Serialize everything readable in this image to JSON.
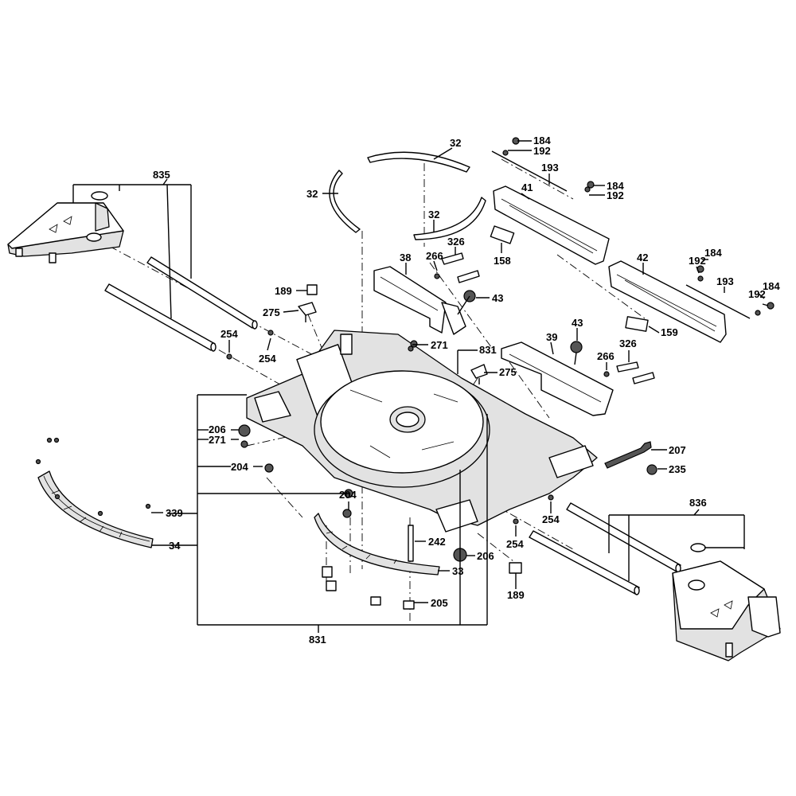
{
  "diagram": {
    "labels": {
      "l835": "835",
      "l836": "836",
      "l831_top": "831",
      "l831_bottom": "831",
      "l32_top": "32",
      "l32_left": "32",
      "l32_right": "32",
      "l184_a": "184",
      "l192_a": "192",
      "l193_a": "193",
      "l184_b": "184",
      "l192_b": "192",
      "l41": "41",
      "l42": "42",
      "l192_c": "192",
      "l184_c": "184",
      "l193_b": "193",
      "l192_d": "192",
      "l184_d": "184",
      "l158": "158",
      "l159": "159",
      "l326_a": "326",
      "l266_a": "266",
      "l38": "38",
      "l43_a": "43",
      "l189_top": "189",
      "l275_a": "275",
      "l254_a": "254",
      "l254_b": "254",
      "l271_top": "271",
      "l43_b": "43",
      "l39": "39",
      "l326_b": "326",
      "l266_b": "266",
      "l275_b": "275",
      "l206_left": "206",
      "l271_left": "271",
      "l204_left": "204",
      "l207": "207",
      "l235": "235",
      "l204_mid": "204",
      "l339": "339",
      "l34": "34",
      "l254_c": "254",
      "l254_d": "254",
      "l242": "242",
      "l206_right": "206",
      "l33": "33",
      "l189_bottom": "189",
      "l205": "205"
    }
  }
}
